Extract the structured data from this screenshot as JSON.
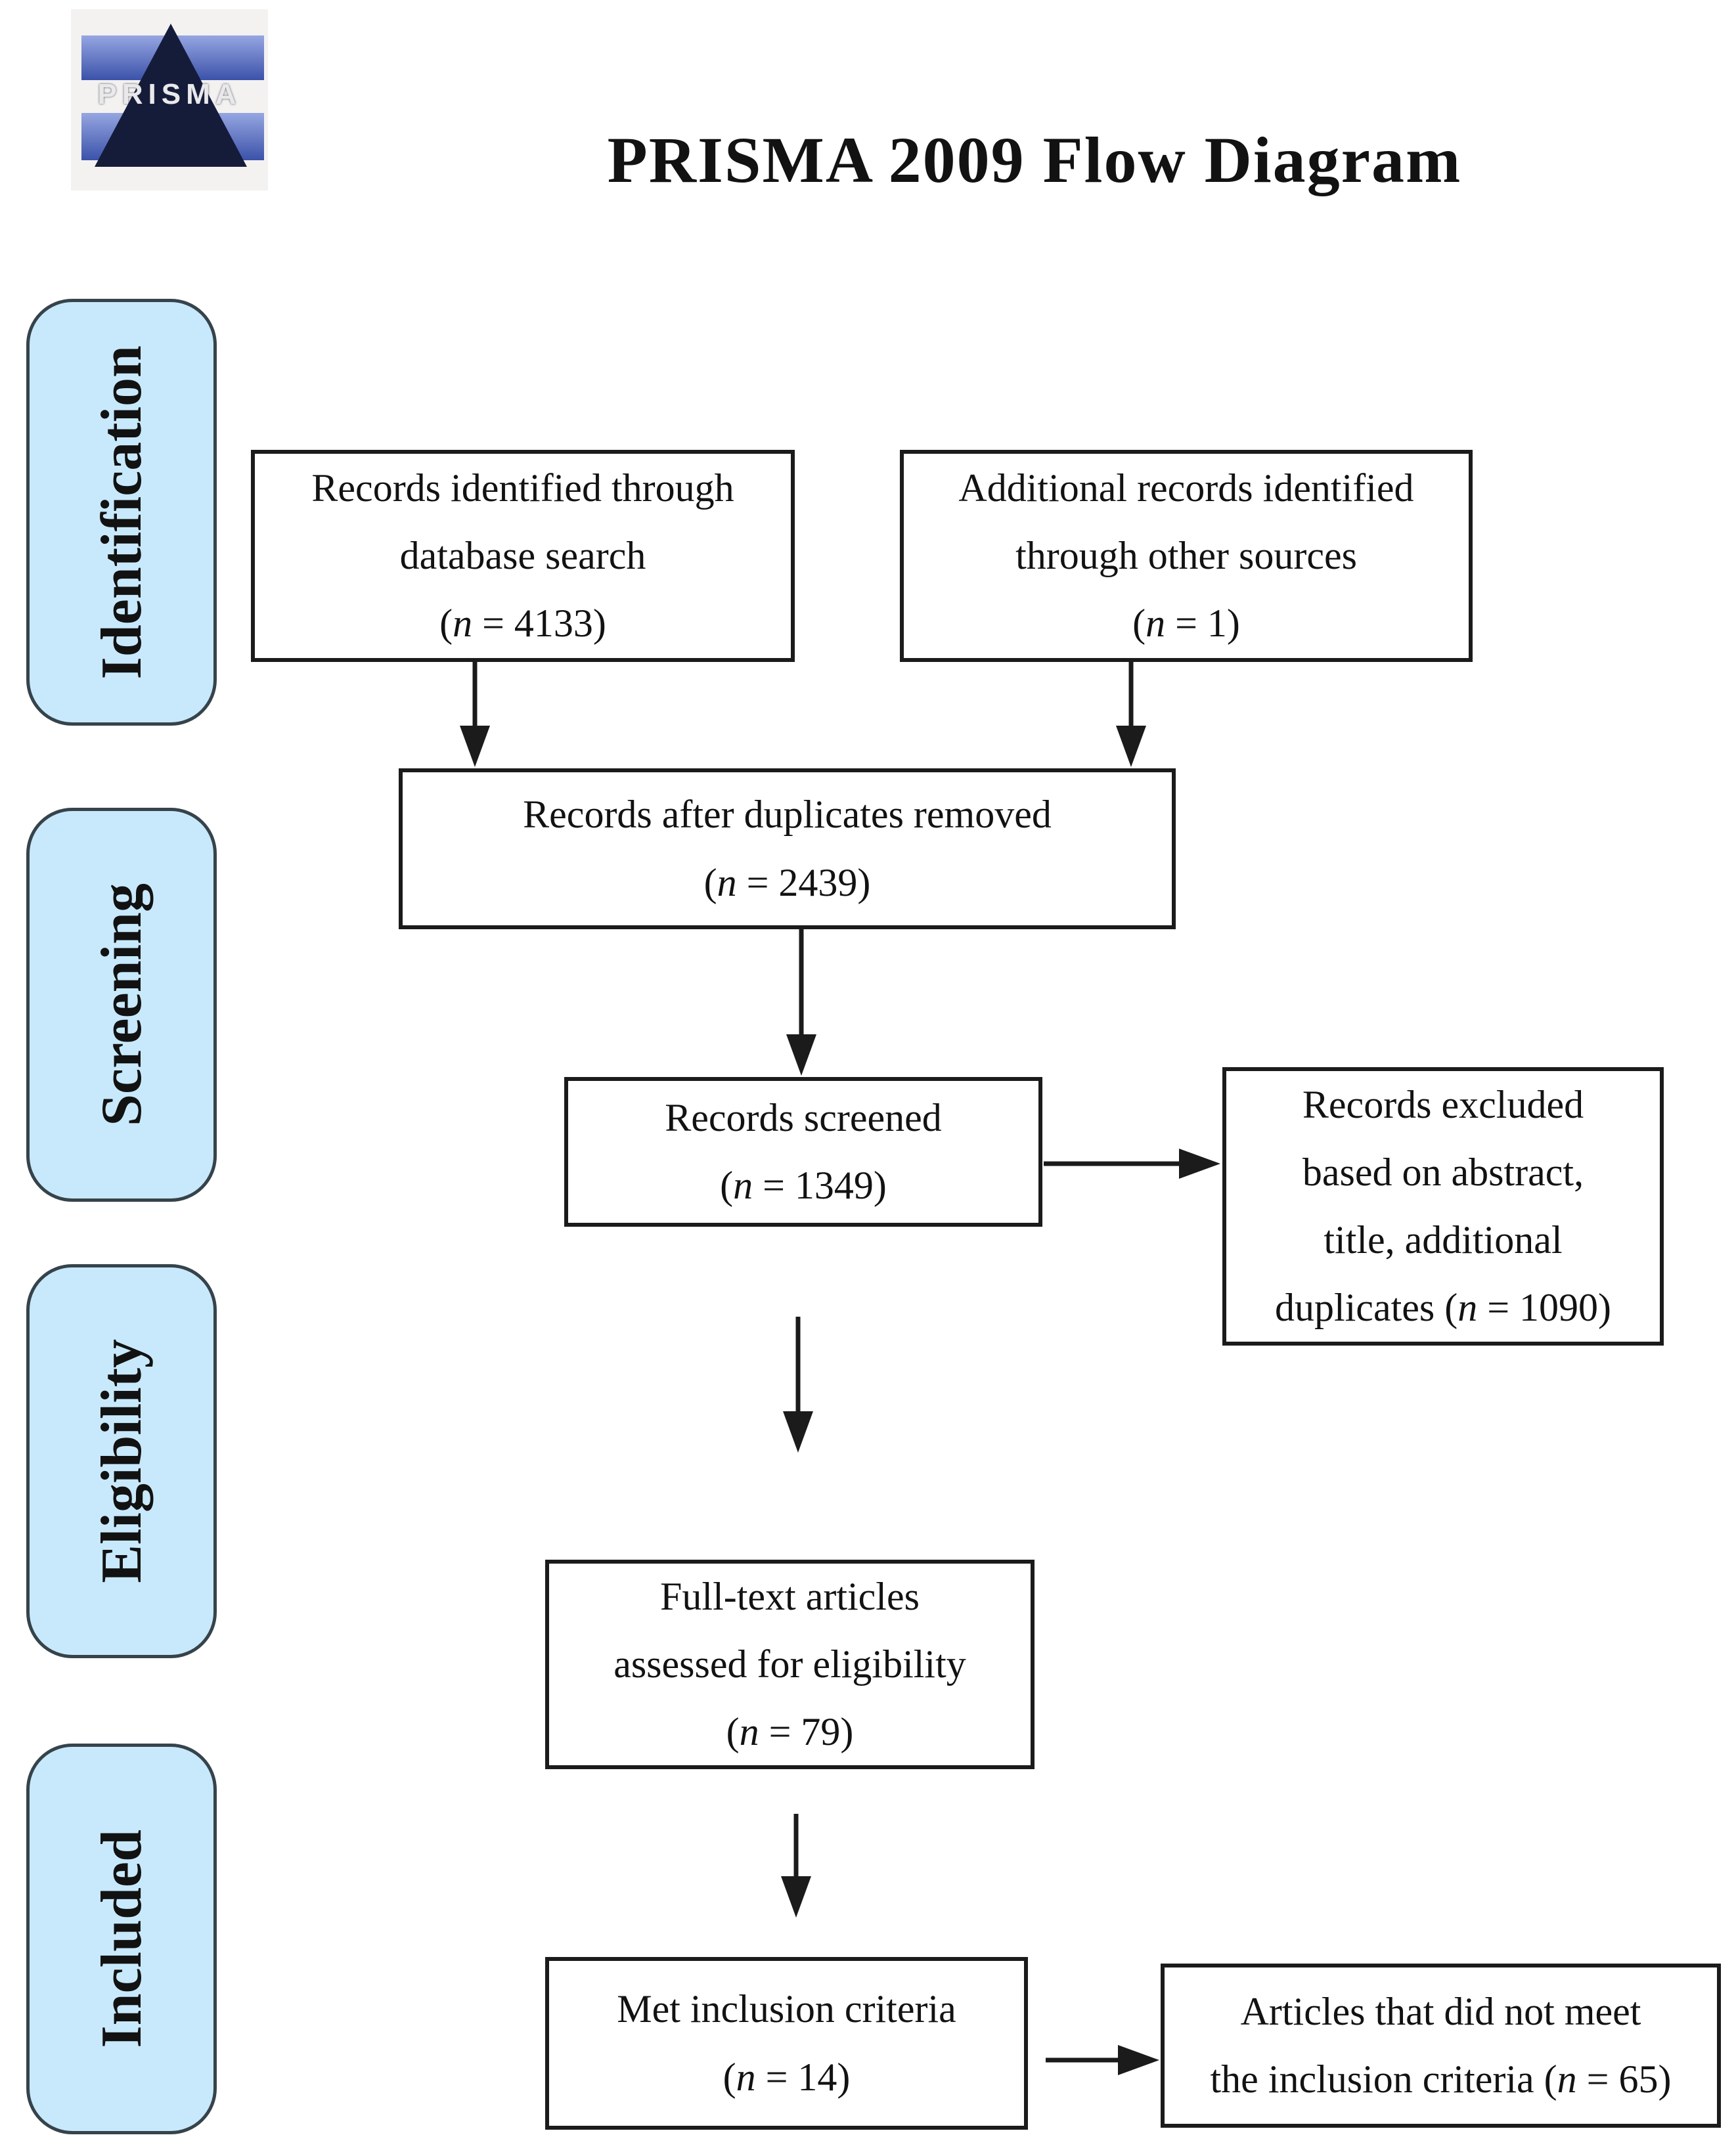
{
  "title": "PRISMA 2009 Flow Diagram",
  "logo": {
    "text": "PRISMA"
  },
  "colors": {
    "stage_fill": "#c8e9fb",
    "stage_border": "#36434b",
    "box_border": "#1b1b1b",
    "arrow": "#1b1b1b",
    "logo_band_top": "#96a6e2",
    "logo_band_bottom": "#3b52a9",
    "logo_pyramid": "#151c3a"
  },
  "stages": [
    {
      "label": "Identification"
    },
    {
      "label": "Screening"
    },
    {
      "label": "Eligibility"
    },
    {
      "label": "Included"
    }
  ],
  "boxes": {
    "identified": {
      "lines": [
        "Records identified through",
        "database search",
        "(n = 4133)"
      ]
    },
    "additional": {
      "lines": [
        "Additional records identified",
        "through other sources",
        "(n = 1)"
      ]
    },
    "duplicates": {
      "lines": [
        "Records after duplicates removed",
        "(n = 2439)"
      ]
    },
    "screened": {
      "lines": [
        "Records screened",
        "(n = 1349)"
      ]
    },
    "excluded": {
      "lines": [
        "Records excluded",
        "based on abstract,",
        "title, additional",
        "duplicates (n = 1090)"
      ]
    },
    "fulltext": {
      "lines": [
        "Full-text articles",
        "assessed for eligibility",
        "(n = 79)"
      ]
    },
    "met": {
      "lines": [
        "Met inclusion criteria",
        "(n = 14)"
      ]
    },
    "notmet": {
      "lines": [
        "Articles that did not meet",
        "the inclusion criteria (n = 65)"
      ]
    }
  }
}
